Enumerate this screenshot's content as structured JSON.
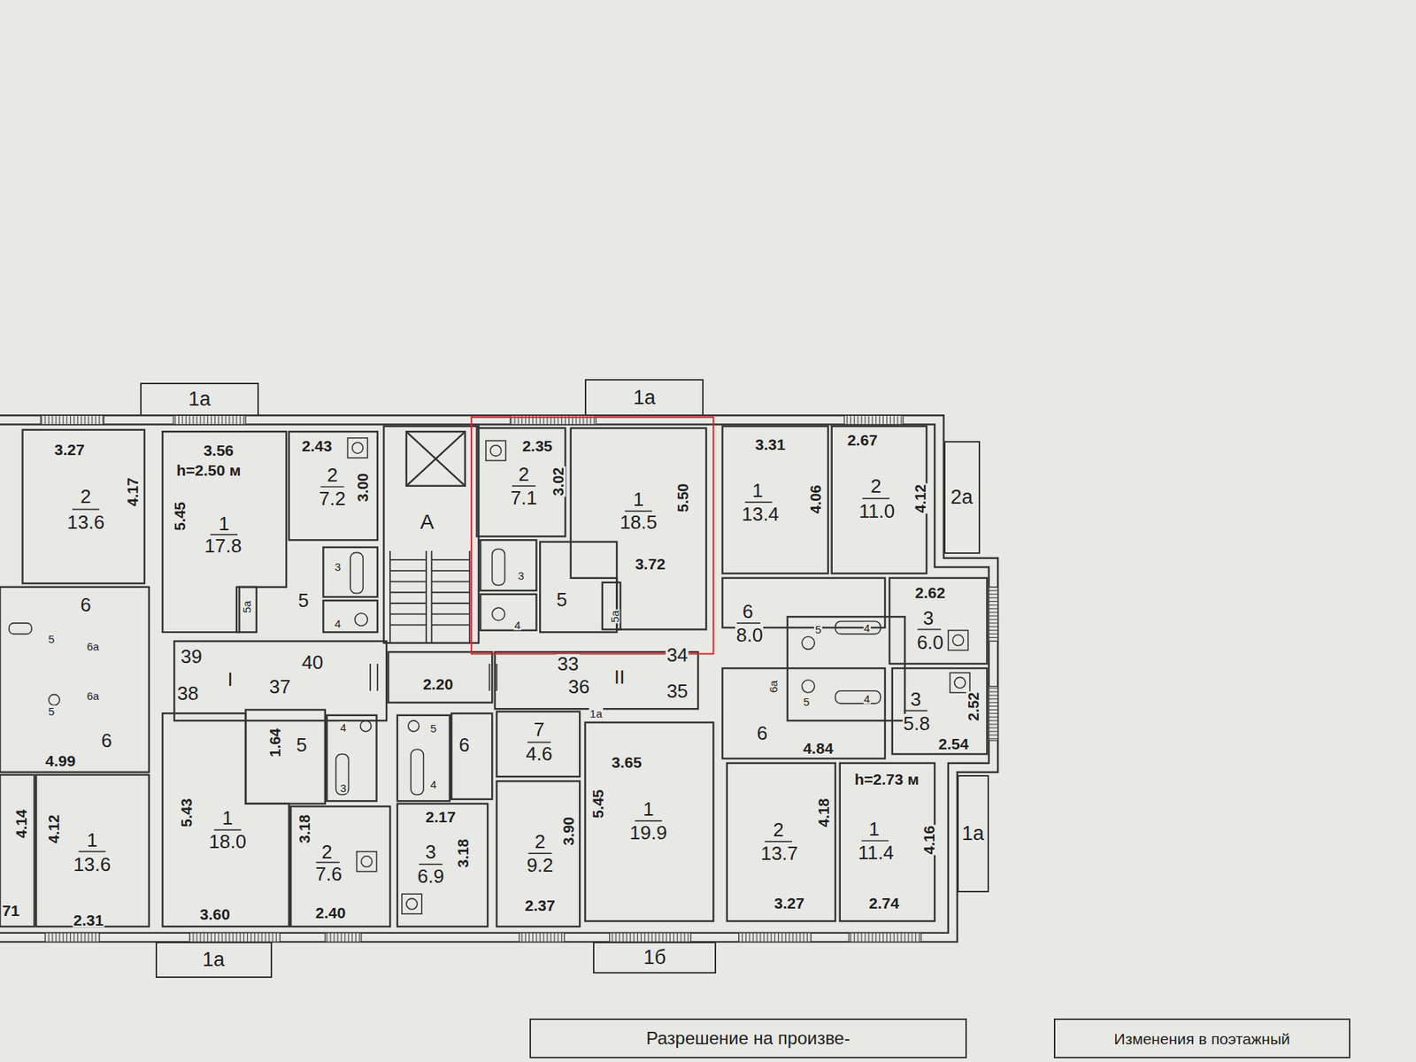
{
  "diagram": {
    "nodes": [
      {
        "text": [
          "1а"
        ]
      },
      {
        "text": [
          "1а"
        ]
      },
      {
        "text": [
          "2а"
        ]
      },
      {
        "text": [
          "1а"
        ]
      },
      {
        "text": [
          "1а"
        ]
      },
      {
        "text": [
          "1б"
        ]
      },
      {
        "text": [
          "Разрешение на произве-"
        ]
      },
      {
        "text": [
          "Изменения в поэтажный"
        ]
      }
    ],
    "labels": [
      "3.27",
      "2",
      "13.6",
      "4.17",
      "3.56",
      "h=2.50 м",
      "5.45",
      "1",
      "17.8",
      "2.43",
      "2",
      "7.2",
      "3.00",
      "3",
      "4",
      "5",
      "5а",
      "6",
      "5",
      "5",
      "6а",
      "6а",
      "6",
      "4.99",
      "4.14",
      "4.12",
      "1",
      "13.6",
      "2.31",
      "71",
      "A",
      "39",
      "38",
      "I",
      "37",
      "40",
      "2.20",
      "5",
      "1.64",
      "4",
      "3",
      "5.43",
      "1",
      "18.0",
      "3.18",
      "2",
      "7.6",
      "3.60",
      "2.40",
      "5",
      "4",
      "6",
      "2.17",
      "3",
      "6.9",
      "3.18",
      "7",
      "4.6",
      "1а",
      "3.65",
      "5.45",
      "1",
      "19.9",
      "2",
      "9.2",
      "3.90",
      "2.37",
      "2.35",
      "2",
      "7.1",
      "3.02",
      "1",
      "18.5",
      "5.50",
      "3.72",
      "3",
      "4",
      "5",
      "5а",
      "33",
      "36",
      "II",
      "34",
      "35",
      "3.31",
      "1",
      "13.4",
      "4.06",
      "2.67",
      "2",
      "11.0",
      "4.12",
      "6",
      "8.0",
      "2.62",
      "3",
      "6.0",
      "5",
      "4",
      "6а",
      "5",
      "4",
      "6",
      "4.84",
      "3",
      "5.8",
      "2.52",
      "2.54",
      "2",
      "13.7",
      "4.18",
      "3.27",
      "h=2.73 м",
      "1",
      "11.4",
      "4.16",
      "2.74"
    ]
  }
}
